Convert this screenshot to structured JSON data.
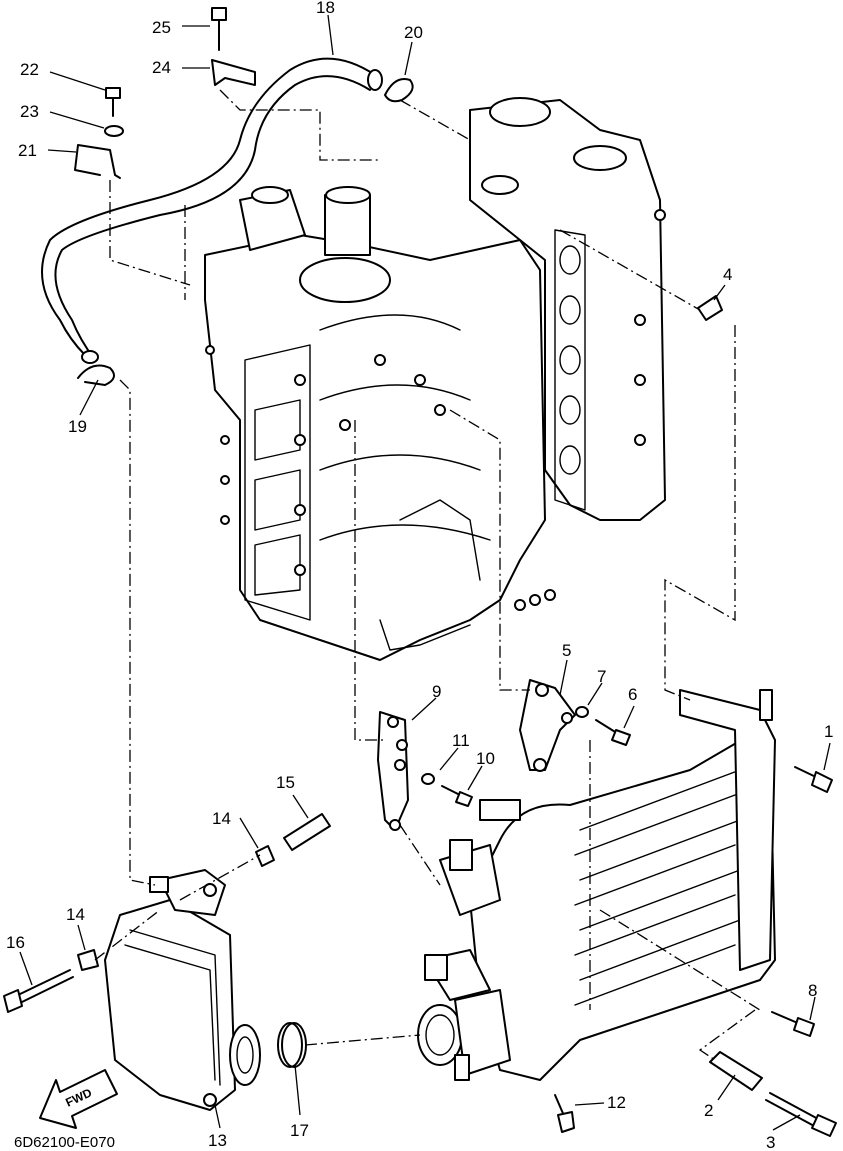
{
  "callouts": {
    "c1": "1",
    "c2": "2",
    "c3": "3",
    "c4": "4",
    "c5": "5",
    "c6": "6",
    "c7": "7",
    "c8": "8",
    "c9": "9",
    "c10": "10",
    "c11": "11",
    "c12": "12",
    "c13": "13",
    "c14a": "14",
    "c14b": "14",
    "c15": "15",
    "c16": "16",
    "c17": "17",
    "c18": "18",
    "c19": "19",
    "c20": "20",
    "c21": "21",
    "c22": "22",
    "c23": "23",
    "c24": "24",
    "c25": "25"
  },
  "diagram_code": "6D62100-E070",
  "fwd_label": "FWD"
}
